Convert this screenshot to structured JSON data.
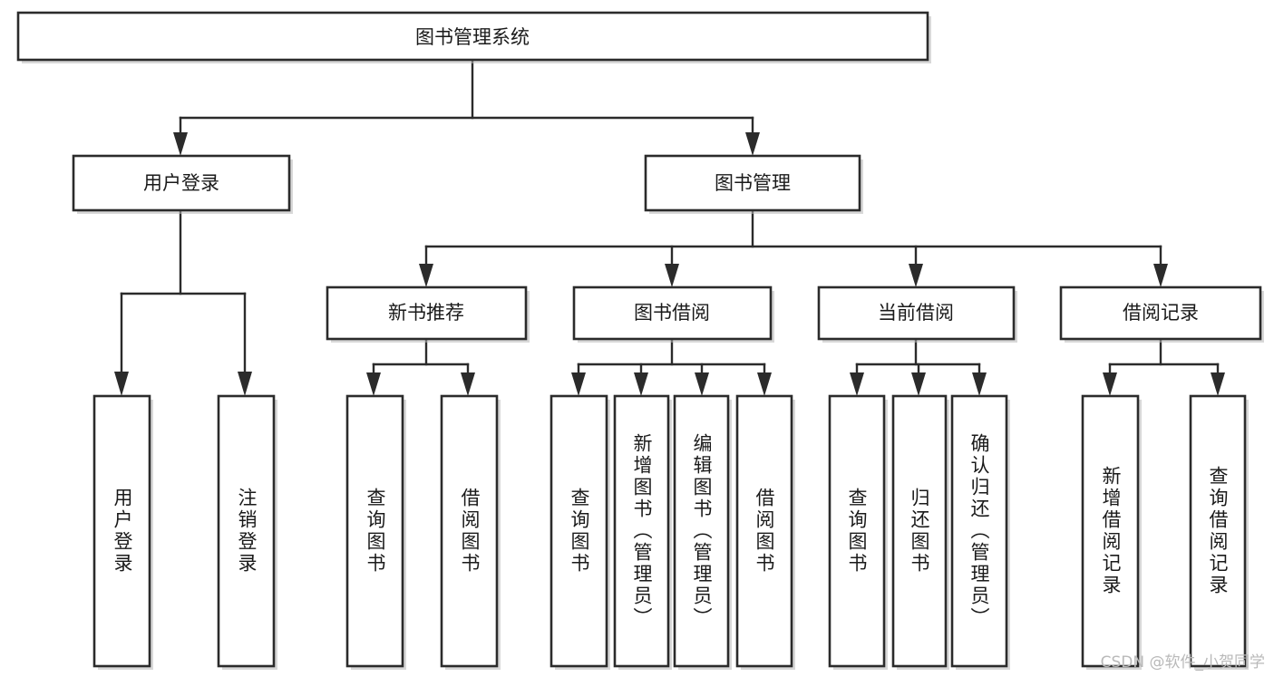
{
  "diagram": {
    "title": "图书管理系统",
    "type": "tree-hierarchy-diagram",
    "orientation": "top-down",
    "colors": {
      "box_stroke": "#2b2b2b",
      "box_fill": "#ffffff",
      "edge": "#2b2b2b",
      "text": "#1a1a1a",
      "background": "#ffffff",
      "watermark": "#b9b9b9"
    },
    "nodes": {
      "root": {
        "id": "root",
        "label": "图书管理系统",
        "level": 0,
        "orientation": "horizontal"
      },
      "level1": [
        {
          "id": "user-login",
          "label": "用户登录",
          "level": 1,
          "orientation": "horizontal"
        },
        {
          "id": "book-management",
          "label": "图书管理",
          "level": 1,
          "orientation": "horizontal"
        }
      ],
      "level2": [
        {
          "id": "new-book-recommend",
          "label": "新书推荐",
          "level": 2,
          "orientation": "horizontal",
          "parent": "book-management"
        },
        {
          "id": "book-borrow",
          "label": "图书借阅",
          "level": 2,
          "orientation": "horizontal",
          "parent": "book-management"
        },
        {
          "id": "current-borrow",
          "label": "当前借阅",
          "level": 2,
          "orientation": "horizontal",
          "parent": "book-management"
        },
        {
          "id": "borrow-record",
          "label": "借阅记录",
          "level": 2,
          "orientation": "horizontal",
          "parent": "book-management"
        }
      ],
      "leaves": [
        {
          "id": "leaf-user-login",
          "label": "用户登录",
          "orientation": "vertical",
          "parent": "user-login"
        },
        {
          "id": "leaf-logout",
          "label": "注销登录",
          "orientation": "vertical",
          "parent": "user-login"
        },
        {
          "id": "leaf-query-book-1",
          "label": "查询图书",
          "orientation": "vertical",
          "parent": "new-book-recommend"
        },
        {
          "id": "leaf-borrow-book-1",
          "label": "借阅图书",
          "orientation": "vertical",
          "parent": "new-book-recommend"
        },
        {
          "id": "leaf-query-book-2",
          "label": "查询图书",
          "orientation": "vertical",
          "parent": "book-borrow"
        },
        {
          "id": "leaf-add-book",
          "label": "新增图书（管理员）",
          "orientation": "vertical",
          "parent": "book-borrow"
        },
        {
          "id": "leaf-edit-book",
          "label": "编辑图书（管理员）",
          "orientation": "vertical",
          "parent": "book-borrow"
        },
        {
          "id": "leaf-borrow-book-2",
          "label": "借阅图书",
          "orientation": "vertical",
          "parent": "book-borrow"
        },
        {
          "id": "leaf-query-book-3",
          "label": "查询图书",
          "orientation": "vertical",
          "parent": "current-borrow"
        },
        {
          "id": "leaf-return-book",
          "label": "归还图书",
          "orientation": "vertical",
          "parent": "current-borrow"
        },
        {
          "id": "leaf-confirm-return",
          "label": "确认归还（管理员）",
          "orientation": "vertical",
          "parent": "current-borrow"
        },
        {
          "id": "leaf-add-record",
          "label": "新增借阅记录",
          "orientation": "vertical",
          "parent": "borrow-record"
        },
        {
          "id": "leaf-query-record",
          "label": "查询借阅记录",
          "orientation": "vertical",
          "parent": "borrow-record"
        }
      ]
    }
  },
  "watermark": {
    "text": "CSDN @软件_小贺同学"
  }
}
